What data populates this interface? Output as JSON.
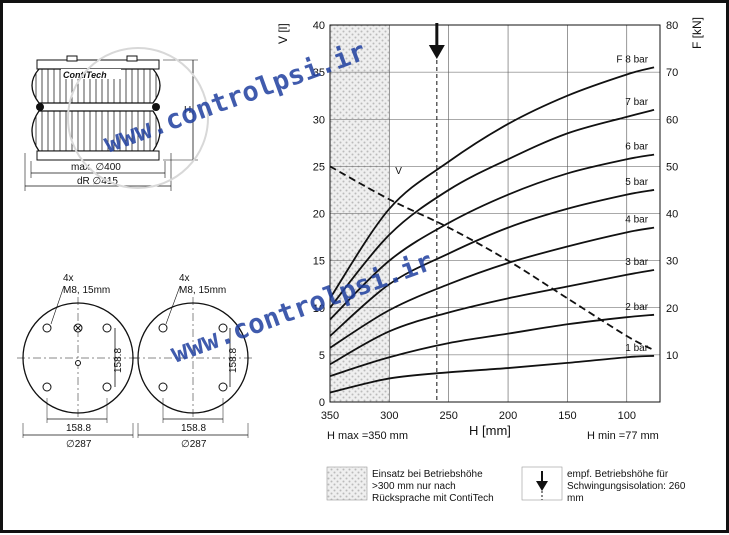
{
  "drawing": {
    "logo_text": "ContiTech",
    "label_max_diameter": "max. ∅400",
    "label_dr_diameter": "dR ∅415",
    "label_h": "H",
    "bolts_left": "4x\nM8, 15mm",
    "bolts_right": "4x\nM8, 15mm",
    "dim_158_h_left": "158.8",
    "dim_158_v_left": "158.8",
    "dim_287_left": "∅287",
    "dim_158_h_right": "158.8",
    "dim_158_v_right": "158.8",
    "dim_287_right": "∅287"
  },
  "watermark": {
    "text_top": "www.controlpsi.ir",
    "text_bottom": "www.controlpsi.ir"
  },
  "chart_data": {
    "type": "line",
    "y_left_label": "V [l]",
    "y_right_label": "F [kN]",
    "xlabel": "H [mm]",
    "hmax_label": "H max =350 mm",
    "hmin_label": "H min =77 mm",
    "xlim": [
      350,
      72
    ],
    "ylim_left": [
      0,
      40
    ],
    "ylim_right": [
      0,
      80
    ],
    "x_ticks": [
      350,
      300,
      250,
      200,
      150,
      100
    ],
    "y_left_ticks": [
      0,
      5,
      10,
      15,
      20,
      25,
      30,
      35,
      40
    ],
    "y_right_ticks": [
      10,
      20,
      30,
      40,
      50,
      60,
      70,
      80
    ],
    "force_series": [
      {
        "name": "1 bar",
        "x": [
          350,
          300,
          250,
          200,
          150,
          100,
          77
        ],
        "y": [
          2,
          5,
          6.3,
          7.2,
          8.3,
          9.5,
          9.8
        ]
      },
      {
        "name": "2 bar",
        "x": [
          350,
          300,
          250,
          200,
          150,
          100,
          77
        ],
        "y": [
          5.5,
          9.5,
          12.5,
          14.5,
          16.5,
          18,
          18.5
        ]
      },
      {
        "name": "3 bar",
        "x": [
          350,
          300,
          250,
          200,
          150,
          100,
          77
        ],
        "y": [
          8,
          15,
          19,
          22,
          24.5,
          27,
          28
        ]
      },
      {
        "name": "4 bar",
        "x": [
          350,
          300,
          250,
          200,
          150,
          100,
          77
        ],
        "y": [
          11.5,
          19.5,
          25,
          29.5,
          33,
          36,
          37
        ]
      },
      {
        "name": "5 bar",
        "x": [
          350,
          300,
          250,
          200,
          150,
          100,
          77
        ],
        "y": [
          14,
          25,
          31.5,
          37,
          41,
          44,
          45
        ]
      },
      {
        "name": "6 bar",
        "x": [
          350,
          300,
          250,
          200,
          150,
          100,
          77
        ],
        "y": [
          17.5,
          30,
          38,
          44,
          48.5,
          51.5,
          52.5
        ]
      },
      {
        "name": "7 bar",
        "x": [
          350,
          300,
          250,
          200,
          150,
          100,
          77
        ],
        "y": [
          20,
          35.5,
          45,
          51.5,
          57,
          60.5,
          62
        ]
      },
      {
        "name": "F 8 bar",
        "x": [
          350,
          300,
          250,
          200,
          150,
          100,
          77
        ],
        "y": [
          22,
          41,
          51,
          59,
          65,
          69.5,
          71
        ]
      }
    ],
    "volume_series": {
      "name": "V",
      "x": [
        350,
        300,
        250,
        200,
        150,
        100,
        77
      ],
      "y": [
        25,
        21.5,
        18.5,
        15,
        11,
        7,
        5.5
      ]
    },
    "hatched_region_x": [
      350,
      300
    ],
    "recommended_height": 260,
    "legend": {
      "hatch_text": "Einsatz bei Betriebshöhe\n>300 mm nur nach\nRücksprache mit ContiTech",
      "arrow_text": "empf. Betriebshöhe für\nSchwingungsisolation: 260\nmm"
    }
  }
}
